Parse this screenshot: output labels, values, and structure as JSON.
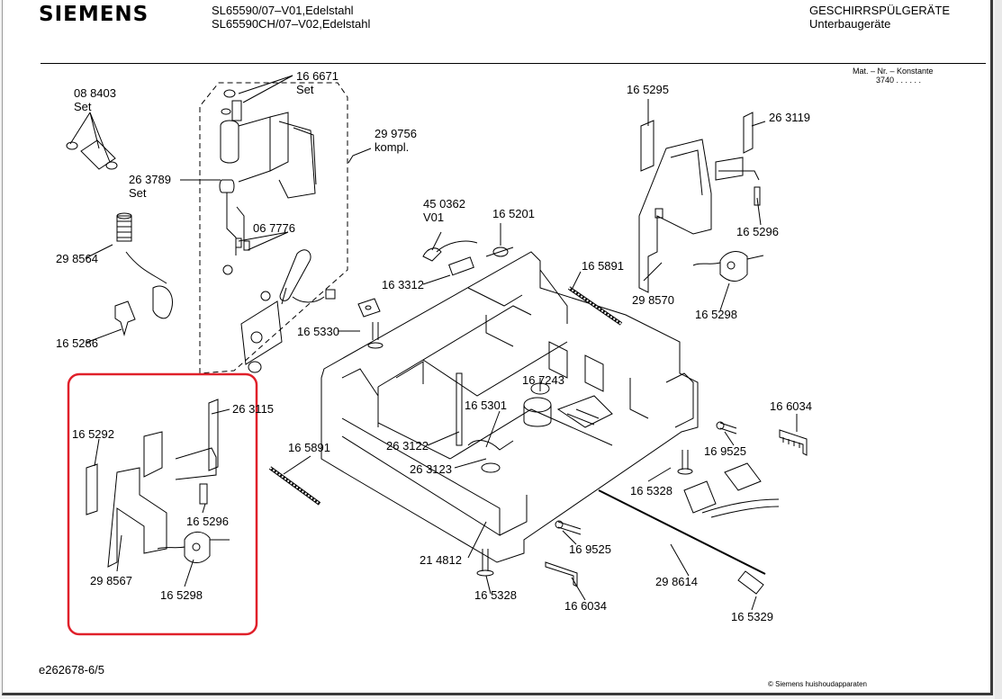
{
  "header": {
    "brand": "SIEMENS",
    "models": [
      "SL65590/07–V01,Edelstahl",
      "SL65590CH/07–V02,Edelstahl"
    ],
    "category": [
      "GESCHIRRSPÜLGERÄTE",
      "Unterbaugeräte"
    ],
    "mat_nr": [
      "Mat. – Nr. – Konstante",
      "3740  .  .  .  .  .  ."
    ]
  },
  "footer": {
    "drawing_id": "e262678-6/5",
    "copyright": "© Siemens huishoudapparaten"
  },
  "parts": {
    "p166671": "16 6671",
    "p166671s": "Set",
    "p088403": "08 8403",
    "p088403s": "Set",
    "p299756": "29 9756",
    "p299756s": "kompl.",
    "p263789": "26 3789",
    "p263789s": "Set",
    "p067776": "06 7776",
    "p298564": "29 8564",
    "p165286": "16 5286",
    "p450362": "45 0362",
    "p450362s": "V01",
    "p165201": "16 5201",
    "p163312": "16 3312",
    "p165330": "16 5330",
    "p165295": "16 5295",
    "p263119": "26 3119",
    "p165296a": "16 5296",
    "p165891a": "16 5891",
    "p298570": "29 8570",
    "p165298a": "16 5298",
    "p263115": "26 3115",
    "p165292": "16 5292",
    "p165296b": "16 5296",
    "p298567": "29 8567",
    "p165298b": "16 5298",
    "p165891b": "16 5891",
    "p167243": "16 7243",
    "p165301": "16 5301",
    "p263122": "26 3122",
    "p263123": "26 3123",
    "p166034a": "16 6034",
    "p169525a": "16 9525",
    "p165328a": "16 5328",
    "p214812": "21 4812",
    "p169525b": "16 9525",
    "p165328b": "16 5328",
    "p166034b": "16 6034",
    "p298614": "29 8614",
    "p165329": "16 5329"
  },
  "highlight_color": "#e0202a"
}
